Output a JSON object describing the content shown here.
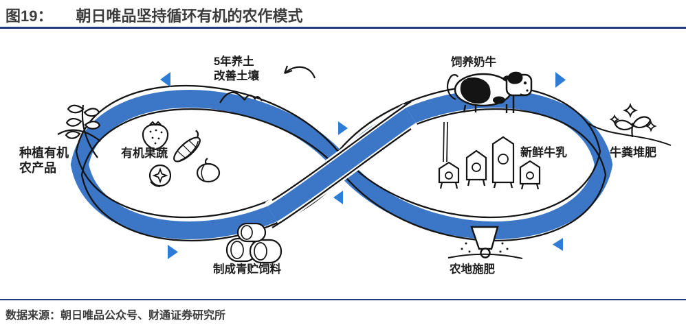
{
  "header": {
    "figure_no": "图19：",
    "title": "朝日唯品坚持循环有机的农作模式"
  },
  "footer": {
    "source": "数据来源：朝日唯品公众号、财通证券研究所"
  },
  "diagram": {
    "type": "infinity-cycle",
    "band_color": "#3B76C7",
    "arrow_color": "#2E7CD6",
    "rule_color": "#203A7E",
    "outline_color": "#141414",
    "labels": {
      "plant_organic_line1": "种植有机",
      "plant_organic_line2": "农产品",
      "organic_produce": "有机果蔬",
      "soil_line1": "5年养土",
      "soil_line2": "改善土壤",
      "raise_cows": "饲养奶牛",
      "fresh_milk": "新鲜牛乳",
      "manure_compost": "牛粪堆肥",
      "silage": "制成青贮饲料",
      "fertilize_fields": "农地施肥"
    },
    "icons": [
      "wheat-sprig",
      "strawberry",
      "corn",
      "berry",
      "pumpkin",
      "milk-cartons",
      "holstein-cow",
      "sprout-with-sparkles",
      "cloud-mounds",
      "curved-arrow",
      "silage-bales",
      "fertilizer-spreader"
    ],
    "flow_arrows": [
      {
        "position": "top-left",
        "direction": "left"
      },
      {
        "position": "bottom-left",
        "direction": "right"
      },
      {
        "position": "center-top",
        "direction": "right"
      },
      {
        "position": "center-bottom",
        "direction": "left"
      },
      {
        "position": "top-right",
        "direction": "right"
      },
      {
        "position": "bottom-right",
        "direction": "left"
      }
    ]
  }
}
